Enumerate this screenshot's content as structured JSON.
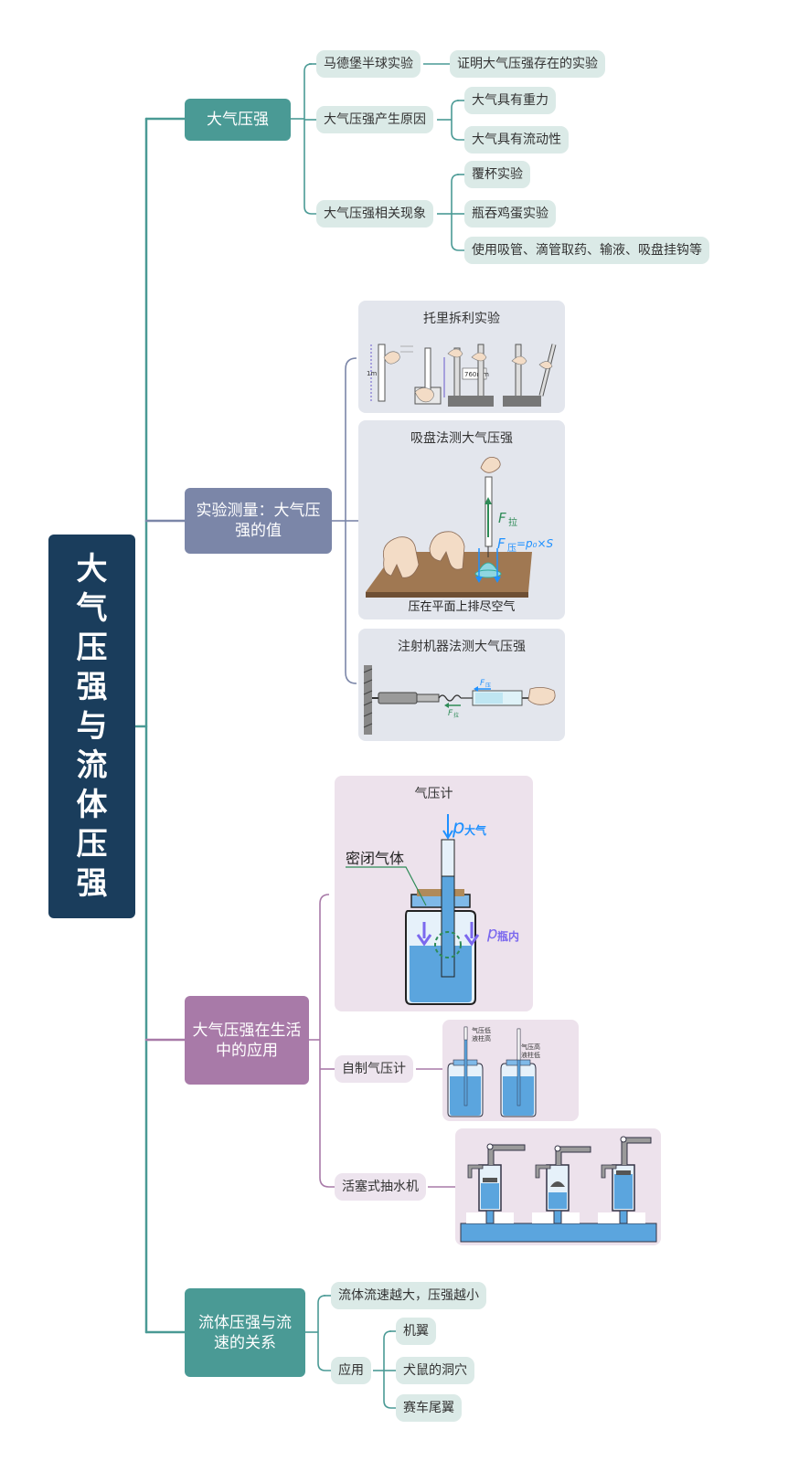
{
  "root": {
    "label": "大气压强与流体压强"
  },
  "branches": {
    "b1": {
      "label": "大气压强",
      "color": "#4a9a95",
      "children": {
        "c1": {
          "label": "马德堡半球实验",
          "sub": {
            "s1": "证明大气压强存在的实验"
          }
        },
        "c2": {
          "label": "大气压强产生原因",
          "sub": {
            "s1": "大气具有重力",
            "s2": "大气具有流动性"
          }
        },
        "c3": {
          "label": "大气压强相关现象",
          "sub": {
            "s1": "覆杯实验",
            "s2": "瓶吞鸡蛋实验",
            "s3": "使用吸管、滴管取药、输液、吸盘挂钩等"
          }
        }
      }
    },
    "b2": {
      "label": "实验测量：大气压强的值",
      "color": "#7b86a8",
      "panels": {
        "p1": {
          "title": "托里拆利实验",
          "labels": {
            "l1": "1m",
            "l2": "760mm"
          }
        },
        "p2": {
          "title": "吸盘法测大气压强",
          "caption": "压在平面上排尽空气",
          "labels": {
            "l1": "F",
            "l1s": "拉",
            "l2": "F",
            "l2s": "压",
            "l2eq": "=p₀×S"
          }
        },
        "p3": {
          "title": "注射机器法测大气压强",
          "labels": {
            "l1": "F",
            "l1s": "压",
            "l2": "F",
            "l2s": "拉"
          }
        }
      }
    },
    "b3": {
      "label": "大气压强在生活中的应用",
      "color": "#a87aa8",
      "panels": {
        "p1": {
          "title": "气压计",
          "labels": {
            "gas": "密闭气体",
            "p1": "p",
            "p1s": "大气",
            "p2": "p",
            "p2s": "瓶内"
          }
        },
        "p2": {
          "labels": {
            "a1": "气压低",
            "a2": "液柱高",
            "b1": "气压高",
            "b2": "液柱低"
          }
        }
      },
      "children": {
        "c1": {
          "label": "自制气压计"
        },
        "c2": {
          "label": "活塞式抽水机"
        }
      }
    },
    "b4": {
      "label": "流体压强与流速的关系",
      "color": "#4a9a95",
      "children": {
        "c1": {
          "label": "流体流速越大，压强越小"
        },
        "c2": {
          "label": "应用",
          "sub": {
            "s1": "机翼",
            "s2": "犬鼠的洞穴",
            "s3": "赛车尾翼"
          }
        }
      }
    }
  }
}
